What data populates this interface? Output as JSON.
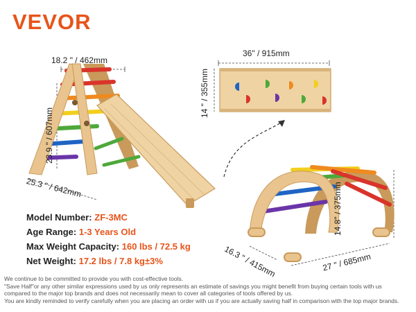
{
  "brand": {
    "logo_text": "VEVOR",
    "accent_color": "#e8541a"
  },
  "dimensions": {
    "triangle_width": "18.2 \" / 462mm",
    "triangle_height": "23.9 \" / 607mm",
    "triangle_depth": "25.3 \" / 642mm",
    "board_length": "36\" / 915mm",
    "board_width": "14 \" / 355mm",
    "arch_height": "14.8\" / 375mm",
    "arch_depth": "16.3 \" / 415mm",
    "arch_length": "27 \" / 685mm"
  },
  "specs": [
    {
      "label": "Model Number:",
      "value": "ZF-3MC"
    },
    {
      "label": "Age Range:",
      "value": "1-3 Years Old"
    },
    {
      "label": "Max Weight Capacity:",
      "value": "160 lbs / 72.5 kg"
    },
    {
      "label": "Net Weight:",
      "value": "17.2 lbs / 7.8 kg±3%"
    }
  ],
  "disclaimer": [
    "We continue to be committed to provide you with cost-effective tools.",
    "\"Save Half\"or any other similar expressions used by us only represents an estimate of savings you might benefit from buying certain tools with us",
    "compared to the major top brands and does not necessarily mean to cover all categories of tools offered by us.",
    "You are kindly reminded to verify carefully when you are placing an order with us if you are actually saving half in comparison with the top major brands."
  ],
  "colors": {
    "wood": "#e9c48e",
    "wood_dark": "#c99a5b",
    "rung_red": "#d9342b",
    "rung_orange": "#ef8a1f",
    "rung_yellow": "#f1cf1d",
    "rung_green": "#4ea83a",
    "rung_blue": "#1f64c4",
    "rung_purple": "#6a35a8"
  }
}
